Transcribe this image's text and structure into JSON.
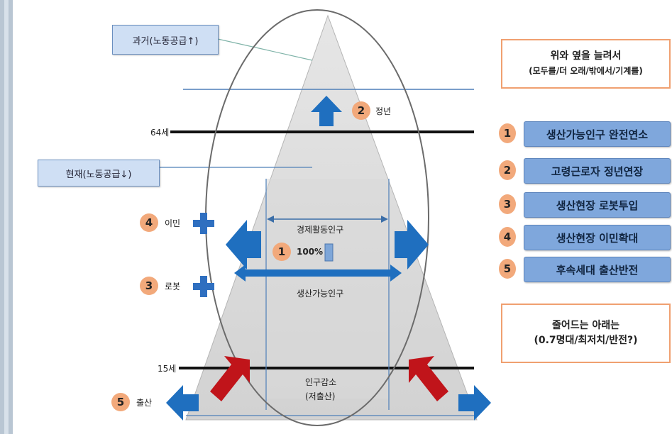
{
  "labels": {
    "past": "과거(노동공급↑)",
    "present": "현재(노동공급↓)",
    "age_64": "64세",
    "age_15": "15세",
    "economically_active": "경제활동인구",
    "one_hundred": "100%",
    "working_age": "생산가능인구",
    "decline_line1": "인구감소",
    "decline_line2": "(저출산)"
  },
  "factors": [
    {
      "num": "1",
      "label": ""
    },
    {
      "num": "2",
      "label": "정년"
    },
    {
      "num": "3",
      "label": "로봇"
    },
    {
      "num": "4",
      "label": "이민"
    },
    {
      "num": "5",
      "label": "출산"
    }
  ],
  "top_box": {
    "line1": "위와 옆을 늘려서",
    "line2": "(모두를/더 오래/밖에서/기계를)"
  },
  "strategies": [
    {
      "num": "1",
      "text": "생산가능인구 완전연소"
    },
    {
      "num": "2",
      "text": "고령근로자 정년연장"
    },
    {
      "num": "3",
      "text": "생산현장 로봇투입"
    },
    {
      "num": "4",
      "text": "생산현장 이민확대"
    },
    {
      "num": "5",
      "text": "후속세대 출산반전"
    }
  ],
  "bottom_box": {
    "line1": "줄어드는 아래는",
    "line2": "(0.7명대/최저치/반전?)"
  },
  "colors": {
    "blue_arrow": "#1f6fbf",
    "red_arrow": "#c0141a",
    "badge": "#f2a97b",
    "strategy_bg": "#7fa7dc",
    "label_box": "#cfdff4",
    "orange_border": "#f0a070"
  }
}
